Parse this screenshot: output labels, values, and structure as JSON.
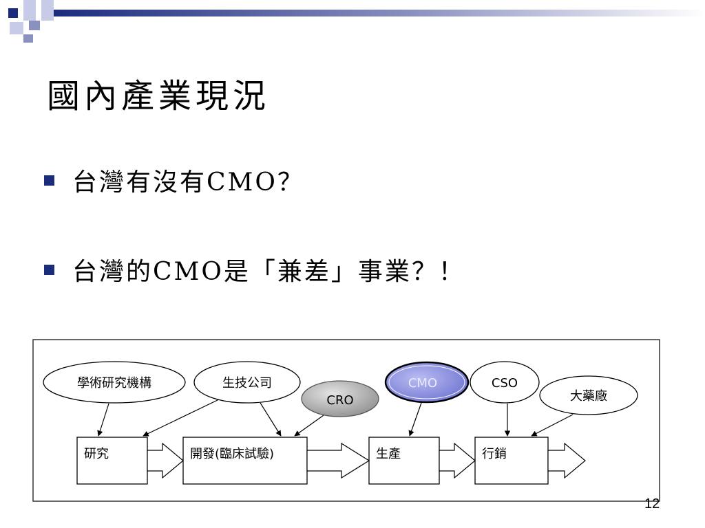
{
  "slide": {
    "title": "國內產業現況",
    "bullets": [
      "台灣有沒有CMO？",
      "台灣的CMO是「兼差」事業？！"
    ],
    "page_number": "12"
  },
  "diagram": {
    "ovals": {
      "academic": "學術研究機構",
      "biotech": "生技公司",
      "cro": "CRO",
      "cmo": "CMO",
      "cso": "CSO",
      "pharma": "大藥廠"
    },
    "stages": {
      "research": "研究",
      "development": "開發(臨床試驗)",
      "production": "生產",
      "marketing": "行銷"
    }
  },
  "colors": {
    "accent": "#1c2c7c",
    "cmo_fill": "#8b8fe0",
    "cro_fill": "#a8a8a8"
  }
}
